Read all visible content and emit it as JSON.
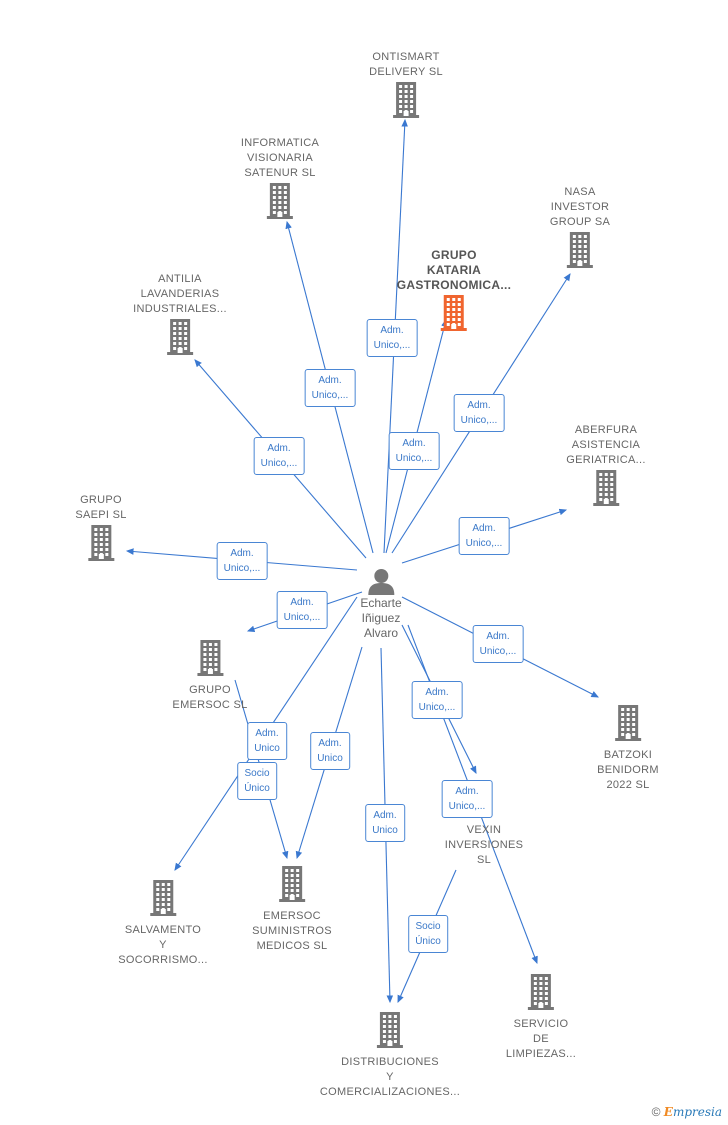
{
  "center": {
    "name": [
      "Echarte",
      "Iñiguez",
      "Alvaro"
    ]
  },
  "nodes": [
    {
      "id": "ontismart",
      "label": [
        "ONTISMART",
        "DELIVERY  SL"
      ]
    },
    {
      "id": "informatica",
      "label": [
        "INFORMATICA",
        "VISIONARIA",
        "SATENUR  SL"
      ]
    },
    {
      "id": "nasa",
      "label": [
        "NASA",
        "INVESTOR",
        "GROUP SA"
      ]
    },
    {
      "id": "kataria",
      "label": [
        "GRUPO",
        "KATARIA",
        "GASTRONOMICA..."
      ],
      "highlight": true
    },
    {
      "id": "antilia",
      "label": [
        "ANTILIA",
        "LAVANDERIAS",
        "INDUSTRIALES..."
      ]
    },
    {
      "id": "aberfura",
      "label": [
        "ABERFURA",
        "ASISTENCIA",
        "GERIATRICA..."
      ]
    },
    {
      "id": "saepi",
      "label": [
        "GRUPO",
        "SAEPI  SL"
      ]
    },
    {
      "id": "emersoc",
      "label": [
        "GRUPO",
        "EMERSOC  SL"
      ]
    },
    {
      "id": "batzoki",
      "label": [
        "BATZOKI",
        "BENIDORM",
        "2022  SL"
      ]
    },
    {
      "id": "vexin",
      "label": [
        "VEXIN",
        "INVERSIONES",
        "SL"
      ]
    },
    {
      "id": "salvamento",
      "label": [
        "SALVAMENTO",
        "Y",
        "SOCORRISMO..."
      ]
    },
    {
      "id": "emersoc_sum",
      "label": [
        "EMERSOC",
        "SUMINISTROS",
        "MEDICOS  SL"
      ]
    },
    {
      "id": "servicio",
      "label": [
        "SERVICIO",
        "DE",
        "LIMPIEZAS..."
      ]
    },
    {
      "id": "distribuciones",
      "label": [
        "DISTRIBUCIONES",
        "Y",
        "COMERCIALIZACIONES..."
      ]
    }
  ],
  "relations": [
    {
      "label": [
        "Adm.",
        "Unico,..."
      ]
    },
    {
      "label": [
        "Adm.",
        "Unico,..."
      ]
    },
    {
      "label": [
        "Adm.",
        "Unico,..."
      ]
    },
    {
      "label": [
        "Adm.",
        "Unico,..."
      ]
    },
    {
      "label": [
        "Adm.",
        "Unico,..."
      ]
    },
    {
      "label": [
        "Adm.",
        "Unico,..."
      ]
    },
    {
      "label": [
        "Adm.",
        "Unico,..."
      ]
    },
    {
      "label": [
        "Adm.",
        "Unico,..."
      ]
    },
    {
      "label": [
        "Adm.",
        "Unico,..."
      ]
    },
    {
      "label": [
        "Adm.",
        "Unico,..."
      ]
    },
    {
      "label": [
        "Adm.",
        "Unico,..."
      ]
    },
    {
      "label": [
        "Adm.",
        "Unico"
      ]
    },
    {
      "label": [
        "Socio",
        "Único"
      ]
    },
    {
      "label": [
        "Adm.",
        "Unico"
      ]
    },
    {
      "label": [
        "Adm.",
        "Unico"
      ]
    },
    {
      "label": [
        "Socio",
        "Único"
      ]
    }
  ],
  "footer": {
    "copyright": "©",
    "brand_e": "E",
    "brand_rest": "mpresia"
  },
  "colors": {
    "building": "#777777",
    "highlight": "#f0652f",
    "edge": "#3a78d0"
  }
}
